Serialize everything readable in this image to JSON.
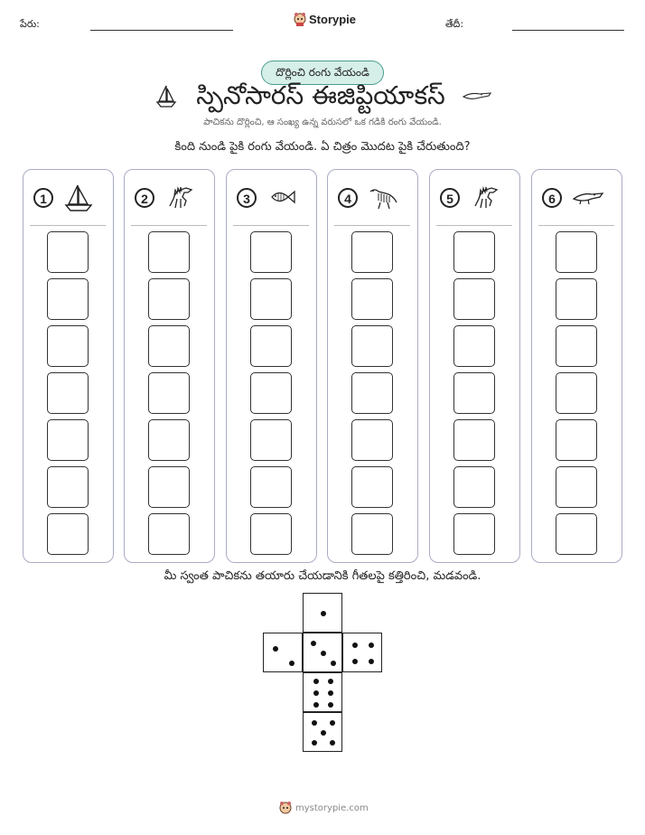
{
  "header": {
    "name_label": "పేరు:",
    "date_label": "తేదీ:",
    "brand": "Storypie"
  },
  "badge": "దొర్లించి రంగు వేయండి",
  "title": "స్పినోసారస్ ఈజిప్టియాకస్",
  "subtitle": "పాచికను దొర్లించి, ఆ సంఖ్య ఉన్న వరుసలో ఒక గడికి రంగు వేయండి.",
  "question": "కింది నుండి పైకి రంగు వేయండి. ఏ చిత్రం మొదట పైకి చేరుతుంది?",
  "columns": [
    {
      "number": "1",
      "icon": "sailboat-icon"
    },
    {
      "number": "2",
      "icon": "spinosaurus-icon"
    },
    {
      "number": "3",
      "icon": "fish-icon"
    },
    {
      "number": "4",
      "icon": "dinosaur-skeleton-icon"
    },
    {
      "number": "5",
      "icon": "spinosaurus-icon"
    },
    {
      "number": "6",
      "icon": "crocodile-icon"
    }
  ],
  "boxes_per_column": 7,
  "cut_instruction": "మీ స్వంత పాచికను తయారు చేయడానికి గీతలపై కత్తిరించి, మడవండి.",
  "dice_net": {
    "faces": [
      "1",
      "2",
      "3",
      "4",
      "5",
      "6"
    ]
  },
  "footer": "mystorypie.com",
  "colors": {
    "badge_fill": "#d6efe9",
    "badge_border": "#4b9c8e",
    "column_border": "#a9acc4"
  }
}
